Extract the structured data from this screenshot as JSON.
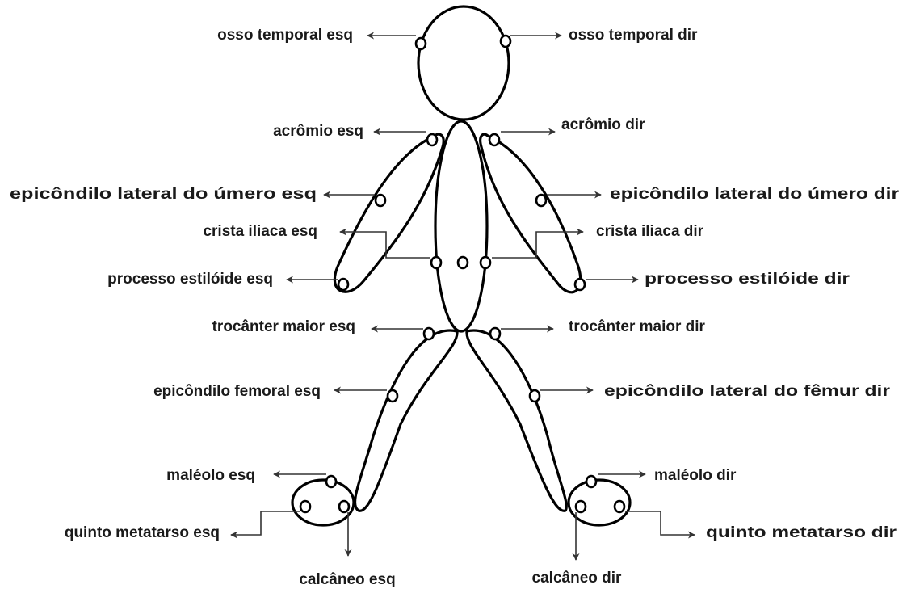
{
  "colors": {
    "outline": "#000000",
    "arrow": "#333333",
    "text": "#1a1a1a",
    "background": "#ffffff"
  },
  "labels": {
    "osso_temporal_esq": "osso temporal esq",
    "osso_temporal_dir": "osso temporal dir",
    "acromio_esq": "acrômio esq",
    "acromio_dir": "acrômio dir",
    "epicondilo_umero_esq": "epicôndilo lateral  do úmero esq",
    "epicondilo_umero_dir": "epicôndilo lateral  do úmero dir",
    "crista_iliaca_esq": "crista iliaca esq",
    "crista_iliaca_dir": "crista iliaca  dir",
    "processo_estiloide_esq": "processo estilóide esq",
    "processo_estiloide_dir": "processo estilóide dir",
    "trocanter_esq": "trocânter maior esq",
    "trocanter_dir": "trocânter maior dir",
    "epicondilo_femoral_esq": "epicôndilo femoral  esq",
    "epicondilo_femur_dir": "epicôndilo lateral  do fêmur dir",
    "maleolo_esq": "maléolo esq",
    "maleolo_dir": "maléolo dir",
    "quinto_metatarso_esq": "quinto metatarso  esq",
    "quinto_metatarso_dir": "quinto metatarso  dir",
    "calcaneo_esq": "calcâneo esq",
    "calcaneo_dir": "calcâneo dir"
  }
}
